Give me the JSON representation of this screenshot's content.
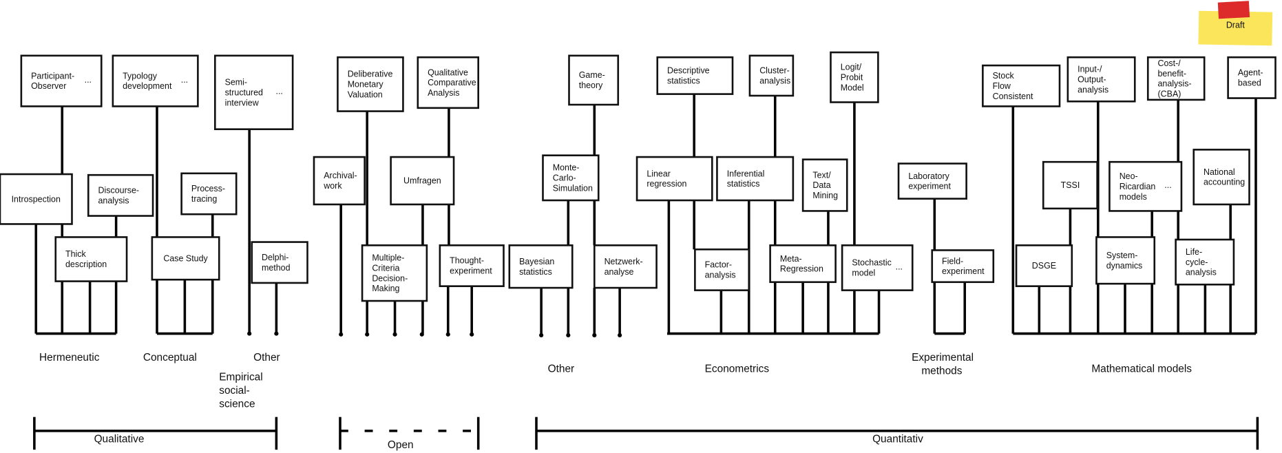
{
  "nodes": [
    {
      "id": "participant",
      "label": "Participant-\nObserver",
      "ellipsis": true
    },
    {
      "id": "typology",
      "label": "Typology\ndevelopment",
      "ellipsis": true
    },
    {
      "id": "semi",
      "label": "Semi-\nstructured\ninterview",
      "ellipsis": true
    },
    {
      "id": "introspection",
      "label": "Introspection",
      "ellipsis": false
    },
    {
      "id": "discourse",
      "label": "Discourse-\nanalysis",
      "ellipsis": false
    },
    {
      "id": "process",
      "label": "Process-\ntracing",
      "ellipsis": false
    },
    {
      "id": "thick",
      "label": "Thick\ndescription",
      "ellipsis": false
    },
    {
      "id": "casestudy",
      "label": "Case Study",
      "ellipsis": false
    },
    {
      "id": "delphi",
      "label": "Delphi-\nmethod",
      "ellipsis": false
    },
    {
      "id": "archival",
      "label": "Archival-\nwork",
      "ellipsis": false
    },
    {
      "id": "dmv",
      "label": "Deliberative\nMonetary\nValuation",
      "ellipsis": false
    },
    {
      "id": "umfragen",
      "label": "Umfragen",
      "ellipsis": false
    },
    {
      "id": "qca",
      "label": "Qualitative\nComparative\nAnalysis",
      "ellipsis": false
    },
    {
      "id": "mcdm",
      "label": "Multiple-\nCriteria\nDecision-\nMaking",
      "ellipsis": false
    },
    {
      "id": "thought",
      "label": "Thought-\nexperiment",
      "ellipsis": false
    },
    {
      "id": "game",
      "label": "Game-\ntheory",
      "ellipsis": false
    },
    {
      "id": "montecarlo",
      "label": "Monte-\nCarlo-\nSimulation",
      "ellipsis": false
    },
    {
      "id": "bayesian",
      "label": "Bayesian\nstatistics",
      "ellipsis": false
    },
    {
      "id": "netzwerk",
      "label": "Netzwerk-\nanalyse",
      "ellipsis": false
    },
    {
      "id": "descriptive",
      "label": "Descriptive\nstatistics",
      "ellipsis": false
    },
    {
      "id": "linear",
      "label": "Linear\nregression",
      "ellipsis": false
    },
    {
      "id": "factor",
      "label": "Factor-\nanalysis",
      "ellipsis": false
    },
    {
      "id": "cluster",
      "label": "Cluster-\nanalysis",
      "ellipsis": false
    },
    {
      "id": "inferential",
      "label": "Inferential\nstatistics",
      "ellipsis": false
    },
    {
      "id": "meta",
      "label": "Meta-\nRegression",
      "ellipsis": false
    },
    {
      "id": "textmining",
      "label": "Text/\nData\nMining",
      "ellipsis": false
    },
    {
      "id": "logit",
      "label": "Logit/\nProbit\nModel",
      "ellipsis": false
    },
    {
      "id": "stochastic",
      "label": "Stochastic\nmodel",
      "ellipsis": true
    },
    {
      "id": "lab",
      "label": "Laboratory\nexperiment",
      "ellipsis": false
    },
    {
      "id": "field",
      "label": "Field-\nexperiment",
      "ellipsis": false
    },
    {
      "id": "sfc",
      "label": "Stock\nFlow\nConsistent",
      "ellipsis": false
    },
    {
      "id": "tssi",
      "label": "TSSI",
      "ellipsis": false
    },
    {
      "id": "dsge",
      "label": "DSGE",
      "ellipsis": false
    },
    {
      "id": "io",
      "label": "Input-/\nOutput-\nanalysis",
      "ellipsis": false
    },
    {
      "id": "neoricardian",
      "label": "Neo-\nRicardian\nmodels",
      "ellipsis": true
    },
    {
      "id": "sysdyn",
      "label": "System-\ndynamics",
      "ellipsis": false
    },
    {
      "id": "cba",
      "label": "Cost-/\nbenefit-\nanalysis-\n(CBA)",
      "ellipsis": false
    },
    {
      "id": "national",
      "label": "National\naccounting",
      "ellipsis": false
    },
    {
      "id": "lifecycle",
      "label": "Life-\ncycle-\nanalysis",
      "ellipsis": false
    },
    {
      "id": "agent",
      "label": "Agent-\nbased",
      "ellipsis": false
    }
  ],
  "groups": [
    {
      "id": "hermeneutic",
      "label": "Hermeneutic"
    },
    {
      "id": "conceptual",
      "label": "Conceptual"
    },
    {
      "id": "other_qual",
      "label": "Other"
    },
    {
      "id": "empirical",
      "label": "Empirical\nsocial-\nscience"
    },
    {
      "id": "other_quant",
      "label": "Other"
    },
    {
      "id": "econometrics",
      "label": "Econometrics"
    },
    {
      "id": "experimental",
      "label": "Experimental\nmethods"
    },
    {
      "id": "mathematical",
      "label": "Mathematical models"
    }
  ],
  "spans": [
    {
      "id": "qualitative",
      "label": "Qualitative",
      "dashed": false
    },
    {
      "id": "open",
      "label": "Open",
      "dashed": true
    },
    {
      "id": "quantitativ",
      "label": "Quantitativ",
      "dashed": false
    }
  ],
  "sticky_note": {
    "label": "Draft",
    "color": "#fbe55a",
    "tape_color": "#dd2a2a"
  },
  "ellipsis_text": "..."
}
